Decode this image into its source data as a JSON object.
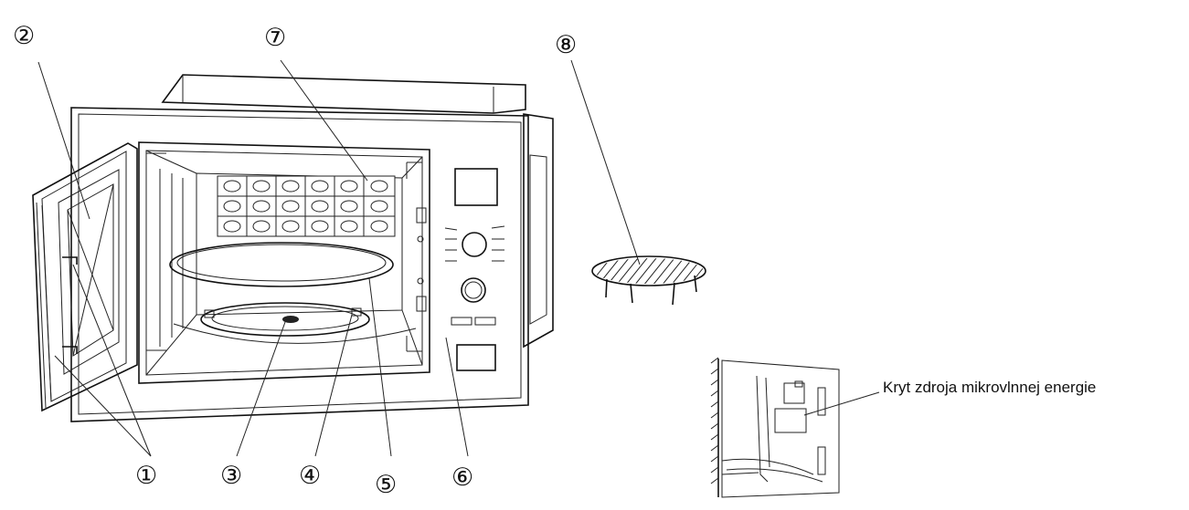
{
  "labels": [
    {
      "id": "1",
      "text": "①"
    },
    {
      "id": "2",
      "text": "②"
    },
    {
      "id": "3",
      "text": "③"
    },
    {
      "id": "4",
      "text": "④"
    },
    {
      "id": "5",
      "text": "⑤"
    },
    {
      "id": "6",
      "text": "⑥"
    },
    {
      "id": "7",
      "text": "⑦"
    },
    {
      "id": "8",
      "text": "⑧"
    }
  ],
  "detail_callout": "Kryt zdroja mikrovlnnej energie",
  "colors": {
    "line": "#111111",
    "background": "#ffffff"
  }
}
